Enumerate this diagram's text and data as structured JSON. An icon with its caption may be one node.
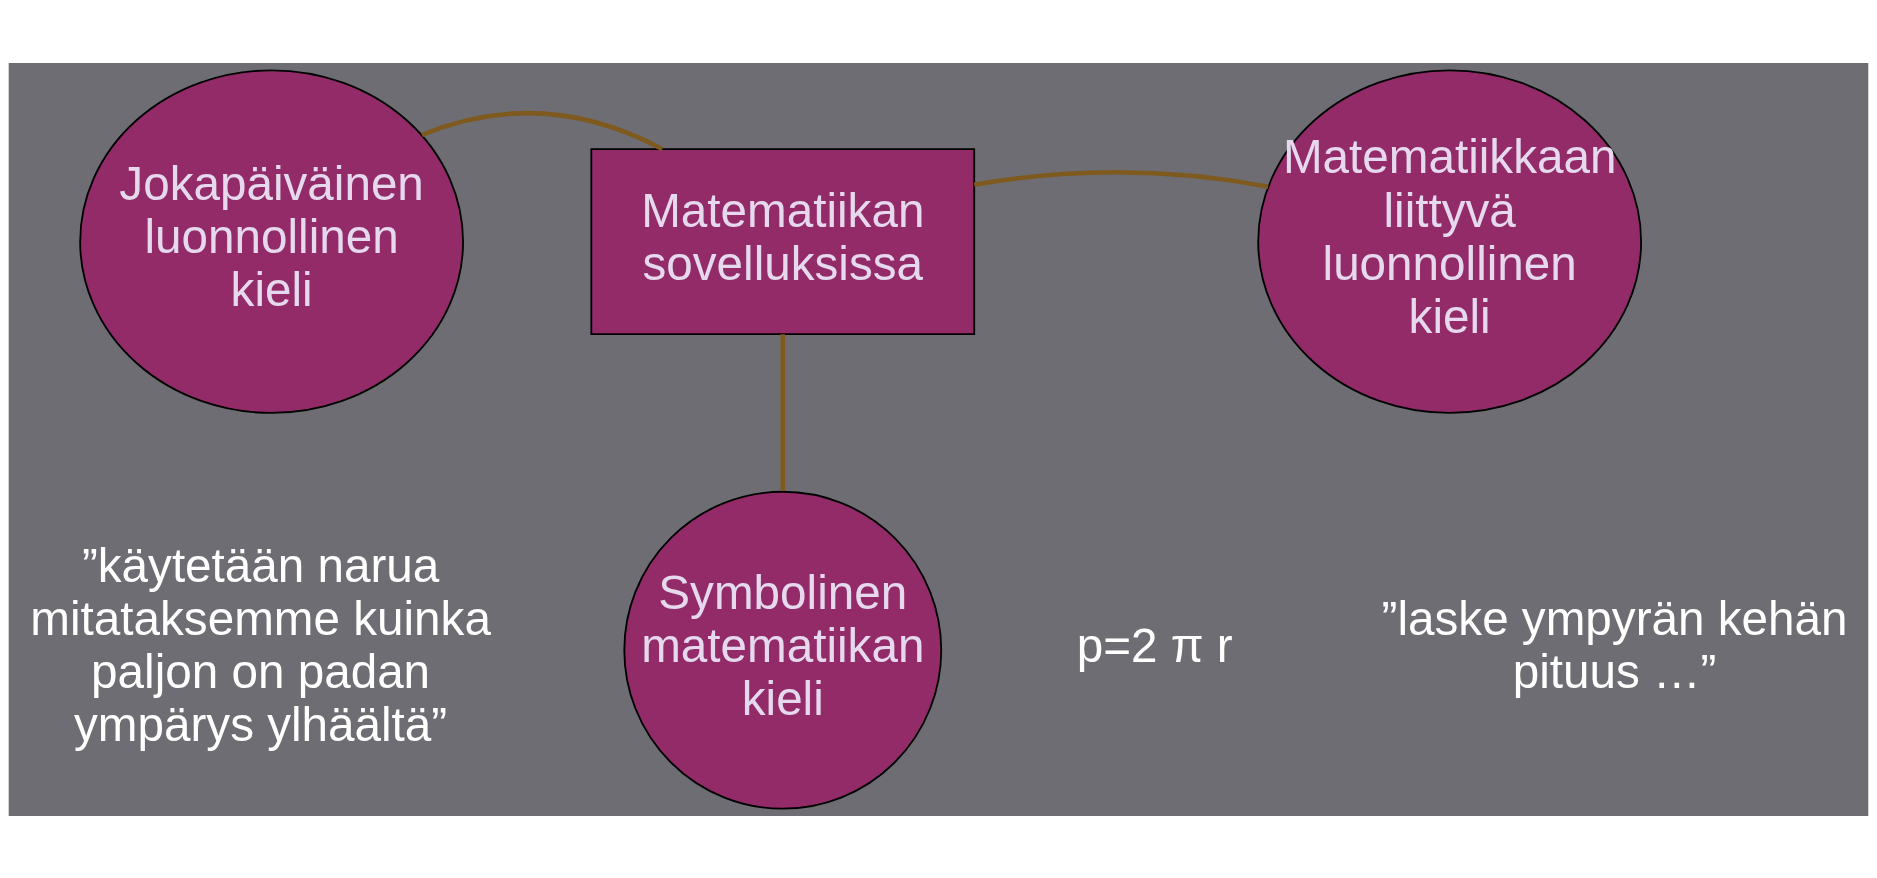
{
  "diagram": {
    "nodes": [
      {
        "text": [
          "Jokapäiväinen luonnollinen kieli"
        ]
      },
      {
        "text": [
          "Matematiikan sovelluksissa"
        ]
      },
      {
        "text": [
          "Matematiikkaan liittyvä luonnollinen kieli"
        ]
      },
      {
        "text": [
          "Symbolinen matematiikan kieli"
        ]
      }
    ],
    "edges": [
      {
        "from": 0,
        "to": 1,
        "arrow": "none"
      },
      {
        "from": 1,
        "to": 2,
        "arrow": "none"
      },
      {
        "from": 1,
        "to": 3,
        "arrow": "none"
      }
    ],
    "labels": [
      "”käytetään narua mitataksemme kuinka paljon on padan ympärys ylhäältä”",
      "”laske ympyrän kehän pituus …”",
      "p=2 π r"
    ]
  }
}
